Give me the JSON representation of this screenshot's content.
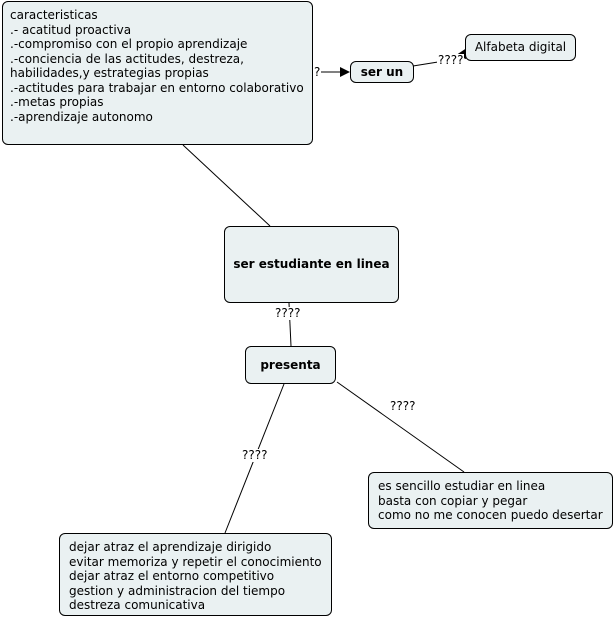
{
  "nodes": {
    "caracteristicas": {
      "lines": [
        "caracteristicas",
        ".- acatitud proactiva",
        ".-compromiso con el propio aprendizaje",
        ".-conciencia de las actitudes, destreza,",
        "habilidades,y estrategias propias",
        ".-actitudes para trabajar en entorno colaborativo",
        ".-metas propias",
        ".-aprendizaje autonomo"
      ]
    },
    "ser_un": "ser un",
    "alfabeta": "Alfabeta digital",
    "estudiante": "ser estudiante en linea",
    "presenta": "presenta",
    "sencillo": {
      "lines": [
        "es sencillo estudiar en linea",
        "basta con copiar y pegar",
        "como no me conocen puedo desertar"
      ]
    },
    "dejar": {
      "lines": [
        "dejar atraz el aprendizaje dirigido",
        "evitar memoriza y repetir el conocimiento",
        "dejar atraz el entorno competitivo",
        "gestion y administracion del tiempo",
        "destreza comunicativa"
      ]
    }
  },
  "edge_labels": {
    "car_to_serun": "?",
    "serun_to_alfabeta": "????",
    "estudiante_to_presenta": "????",
    "presenta_to_sencillo": "????",
    "presenta_to_dejar": "????"
  }
}
